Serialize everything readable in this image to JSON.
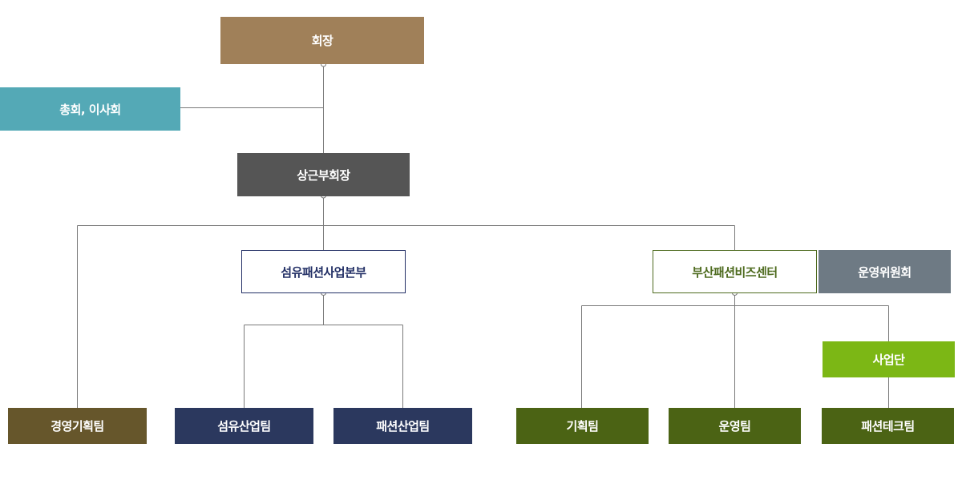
{
  "colors": {
    "chairman": "#a08059",
    "general": "#54a9b6",
    "vice": "#555555",
    "division_border": "#233066",
    "division_text": "#233066",
    "center_border": "#4e6b1f",
    "center_text": "#4e6b1f",
    "committee": "#6e7a84",
    "business": "#7cb715",
    "team_mgmt": "#66562b",
    "team_navy": "#2b385e",
    "team_green": "#4b6314",
    "line": "#7a7a7a"
  },
  "org": {
    "chairman": "회장",
    "general_meeting": "총회, 이사회",
    "vice_chairman": "상근부회장",
    "textile_division": "섬유패션사업본부",
    "busan_center": "부산패션비즈센터",
    "committee": "운영위원회",
    "business_group": "사업단",
    "teams": {
      "management": "경영기획팀",
      "textile_industry": "섬유산업팀",
      "fashion_industry": "패션산업팀",
      "planning": "기획팀",
      "operation": "운영팀",
      "fashion_tech": "패션테크팀"
    }
  }
}
